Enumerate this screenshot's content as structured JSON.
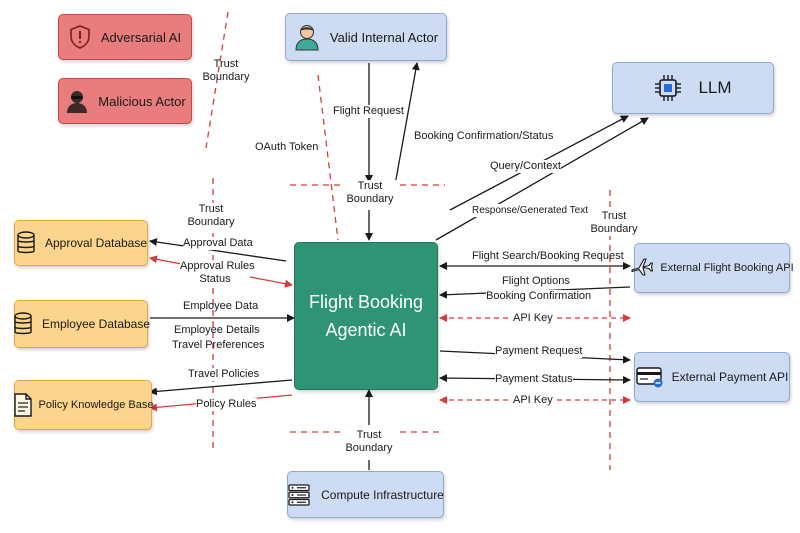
{
  "nodes": {
    "adversarial_ai": "Adversarial AI",
    "malicious_actor": "Malicious Actor",
    "valid_internal_actor": "Valid Internal Actor",
    "llm": "LLM",
    "approval_database": "Approval Database",
    "employee_database": "Employee Database",
    "policy_knowledge_base": "Policy Knowledge Base",
    "center_line1": "Flight Booking",
    "center_line2": "Agentic AI",
    "external_flight_booking_api": "External Flight Booking API",
    "external_payment_api": "External Payment API",
    "compute_infrastructure": "Compute Infrastructure"
  },
  "boundaries": {
    "trust_top_left_1": "Trust",
    "trust_top_left_2": "Boundary",
    "trust_top_mid_1": "Trust",
    "trust_top_mid_2": "Boundary",
    "trust_left_1": "Trust",
    "trust_left_2": "Boundary",
    "trust_right_1": "Trust",
    "trust_right_2": "Boundary",
    "trust_bottom_1": "Trust",
    "trust_bottom_2": "Boundary"
  },
  "flows": {
    "oauth_token": "OAuth Token",
    "flight_request": "Flight Request",
    "booking_confirmation_status": "Booking Confirmation/Status",
    "query_context": "Query/Context",
    "response_generated_text": "Response/Generated Text",
    "approval_data": "Approval Data",
    "approval_rules_status_1": "Approval Rules",
    "approval_rules_status_2": "Status",
    "employee_data": "Employee Data",
    "employee_details": "Employee Details",
    "travel_preferences": "Travel Preferences",
    "travel_policies": "Travel Policies",
    "policy_rules": "Policy Rules",
    "flight_search_booking_request": "Flight Search/Booking Request",
    "flight_options": "Flight Options",
    "booking_confirmation": "Booking Confirmation",
    "api_key_flight": "API Key",
    "payment_request": "Payment Request",
    "payment_status": "Payment Status",
    "api_key_payment": "API Key"
  },
  "colors": {
    "threat_fill": "#e97c7c",
    "actor_fill": "#cddcf3",
    "data_store_fill": "#fbd48e",
    "agent_fill": "#2f9475",
    "boundary_red": "#d63a3a",
    "arrow": "#1a1a1a"
  },
  "icons": [
    "shield-icon",
    "hacker-icon",
    "user-icon",
    "chip-icon",
    "database-icon",
    "document-icon",
    "airplane-icon",
    "card-icon",
    "server-icon"
  ]
}
